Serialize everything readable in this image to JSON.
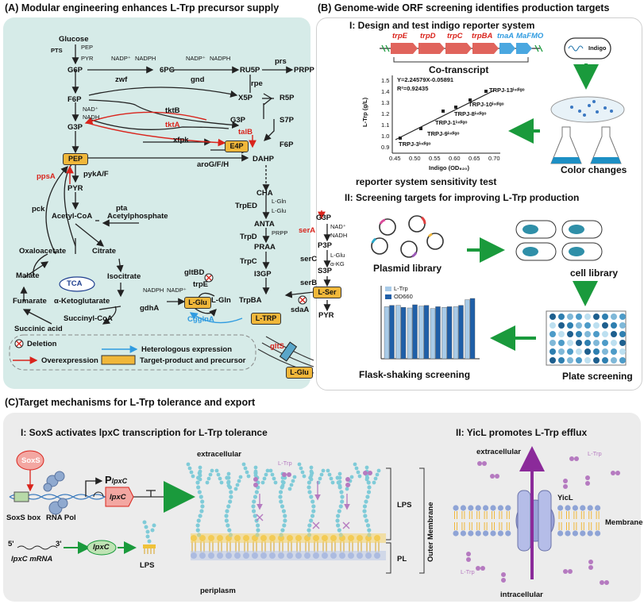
{
  "panelA": {
    "title": "(A) Modular engineering enhances L-Trp precursor supply",
    "metabolites": {
      "glucose": "Glucose",
      "g6p": "G6P",
      "f6p": "F6P",
      "g3p": "G3P",
      "pep": "PEP",
      "pyr": "PYR",
      "acetylcoa": "Acetyl-CoA",
      "acetylphosphate": "Acetylphosphate",
      "citrate": "Citrate",
      "isocitrate": "Isocitrate",
      "akg": "α-Ketoglutarate",
      "succinylcoa": "Succinyl-CoA",
      "succinic": "Succinic acid",
      "fumarate": "Fumarate",
      "malate": "Malate",
      "oxaloacetate": "Oxaloacetate",
      "sixpg": "6PG",
      "ru5p": "RU5P",
      "prpp": "PRPP",
      "x5p": "X5P",
      "r5p": "R5P",
      "g3p2": "G3P",
      "s7p": "S7P",
      "e4p": "E4P",
      "f6p2": "F6P",
      "dahp": "DAHP",
      "cha": "CHA",
      "anta": "ANTA",
      "praa": "PRAA",
      "i3gp": "I3GP",
      "ltrp": "L-TRP",
      "g3p3": "G3P",
      "p3p": "P3P",
      "s3p": "S3P",
      "lser": "L-Ser",
      "pyr2": "PYR",
      "lglu": "L-Glu",
      "lgln": "L-Gln",
      "lglu2": "L-Glu"
    },
    "cofactors": {
      "pts": "PTS",
      "pep_small": "PEP",
      "pyr_small": "PYR",
      "nadp1": "NADP⁺",
      "nadph1": "NADPH",
      "nadp2": "NADP⁺",
      "nadph2": "NADPH",
      "nad": "NAD⁺",
      "nadh": "NADH",
      "lgln_a": "L-Gln",
      "lglu_a": "L-Glu",
      "prpp_b": "PRPP",
      "nad2": "NAD⁺",
      "nadh2": "NADH",
      "lglu_b": "L-Glu",
      "akg_b": "α-KG",
      "nadph3": "NADPH",
      "nadp3": "NADP⁺"
    },
    "enzymes": {
      "zwf": "zwf",
      "gnd": "gnd",
      "prs": "prs",
      "rpe": "rpe",
      "tktB": "tktB",
      "tktA": "tktA",
      "talB": "talB",
      "xfpk": "xfpk",
      "pykAF": "pykA/F",
      "ppsA": "ppsA",
      "pck": "pck",
      "pta": "pta",
      "aroGFH": "aroG/F/H",
      "trpED": "TrpED",
      "trpD": "TrpD",
      "trpC": "TrpC",
      "trpBA": "TrpBA",
      "serA": "serA",
      "serC": "serC",
      "serB": "serB",
      "sdaA": "sdaA",
      "gltBD": "gltBD",
      "trpE": "trpE",
      "gdhA": "gdhA",
      "cgglnA": "CgglnA",
      "gltS": "gltS",
      "tca": "TCA"
    },
    "legend": {
      "deletion": "Deletion",
      "overexpression": "Overexpression",
      "heterologous": "Heterologous expression",
      "target": "Target-product and precursor"
    }
  },
  "panelB": {
    "title": "(B) Genome-wide ORF screening identifies production targets",
    "sec1": "I:  Design and test indigo reporter system",
    "genes": [
      "trpE",
      "trpD",
      "trpC",
      "trpBA",
      "tnaA",
      "MaFMO"
    ],
    "cotranscript": "Co-transcript",
    "indigo": "Indigo",
    "equation": "Y=2.24579X-0.05891",
    "r2": "R²=0.92435",
    "ylabel": "L-Trp (g/L)",
    "xlabel": "Indigo (OD₆₂₀)",
    "xticks": [
      "0.45",
      "0.50",
      "0.55",
      "0.60",
      "0.65",
      "0.70"
    ],
    "yticks": [
      "0.9",
      "1.0",
      "1.1",
      "1.2",
      "1.3",
      "1.4",
      "1.5"
    ],
    "points": [
      "TRPJ-13ⁱⁿᵈⁱᵍᵒ",
      "TRPJ-10ⁱⁿᵈⁱᵍᵒ",
      "TRPJ-8ⁱⁿᵈⁱᵍᵒ",
      "TRPJ-1ⁱⁿᵈⁱᵍᵒ",
      "TRPJ-9ⁱⁿᵈⁱᵍᵒ",
      "TRPJ-3ⁱⁿᵈⁱᵍᵒ"
    ],
    "colorChanges": "Color changes",
    "sensitivity": "reporter system sensitivity test",
    "sec2": "II:  Screening targets for improving L-Trp production",
    "plasmid": "Plasmid library",
    "cell": "cell library",
    "plate": "Plate screening",
    "flask": "Flask-shaking screening",
    "barLegend": [
      "L-Trp",
      "OD660"
    ],
    "colors": {
      "light": "#a8cbe8",
      "dark": "#1f5fa8"
    }
  },
  "chart_data": {
    "type": "bar",
    "series": [
      {
        "name": "L-Trp",
        "values": [
          0.82,
          0.84,
          0.8,
          0.83,
          0.79,
          0.81,
          0.82,
          0.93
        ]
      },
      {
        "name": "OD660",
        "values": [
          0.84,
          0.81,
          0.85,
          0.84,
          0.82,
          0.82,
          0.84,
          0.95
        ]
      }
    ]
  },
  "panelC": {
    "title": "(C)Target mechanisms for L-Trp tolerance and export",
    "sec1": "I:  SoxS activates lpxC transcription for L-Trp tolerance",
    "soxs": "SoxS",
    "promoter": "P",
    "promoterSub": "lpxC",
    "soxsBox": "SoxS box",
    "rnapol": "RNA Pol",
    "lpxC": "lpxC",
    "mrna5": "5'",
    "mrna3": "3'",
    "mrna": "lpxC mRNA",
    "lpxCprot": "lpxC",
    "lps": "LPS",
    "extracellular": "extracellular",
    "ltrp": "L-Trp",
    "lpsLabel": "LPS",
    "pl": "PL",
    "outer": "Outer Membrane",
    "periplasm": "periplasm",
    "sec2": "II:  YicL promotes L-Trp efflux",
    "extracellular2": "extracellular",
    "ltrp2": "L-Trp",
    "yicl": "YicL",
    "membrane": "Membrane",
    "ltrp3": "L-Trp",
    "intracellular": "intracellular"
  }
}
